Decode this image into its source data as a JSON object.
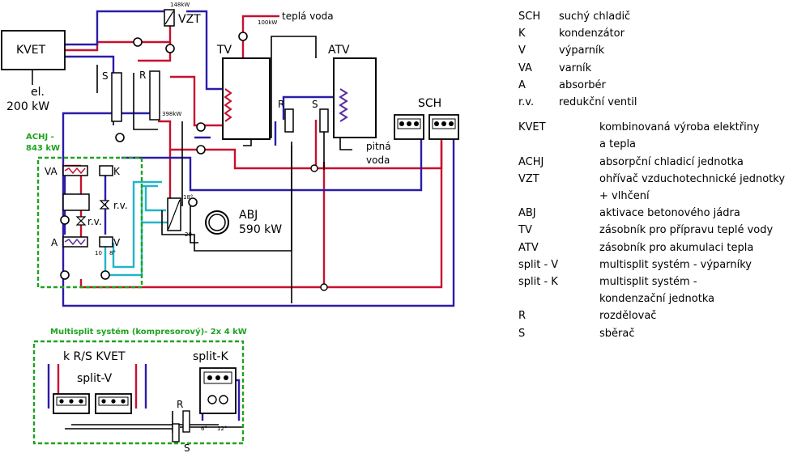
{
  "diagram": {
    "kvet": "KVET",
    "el_label": "el.",
    "el_power": "200 kW",
    "vzt": "VZT",
    "vzt_power": "148kW",
    "tepla_voda": "teplá voda",
    "tepla_voda_power": "100kW",
    "tv": "TV",
    "atv": "ATV",
    "sch": "SCH",
    "s_top": "S",
    "r_top": "R",
    "r_mid": "R",
    "s_mid": "S",
    "r_power": "398kW",
    "pitna_voda": "pitná voda",
    "achj_line1": "ACHJ -",
    "achj_line2": "843 kW",
    "va": "VA",
    "k": "K",
    "a": "A",
    "v": "V",
    "rv_right": "r.v.",
    "rv_left": "r.v.",
    "temp_10": "10",
    "temp_8": "8°",
    "temp_18": "18°",
    "temp_20": "20",
    "abj": "ABJ",
    "abj_power": "590 kW",
    "multisplit_title": "Multisplit systém (kompresorový)- 2x 4 kW",
    "krs_kvet": "k R/S KVET",
    "split_v": "split-V",
    "split_k": "split-K",
    "r_bottom": "R",
    "s_bottom": "S",
    "temp_6": "6°",
    "temp_12": "12°"
  },
  "colors": {
    "hot": "#c8102e",
    "cold": "#2b1ca8",
    "chilled": "#22b5c8",
    "purple": "#5a2ca0",
    "black": "#000000",
    "green_frame": "#1fa31f"
  },
  "legend": {
    "group1": [
      {
        "abbr": "SCH",
        "desc": "suchý chladič"
      },
      {
        "abbr": "K",
        "desc": "kondenzátor"
      },
      {
        "abbr": "V",
        "desc": "výparník"
      },
      {
        "abbr": "VA",
        "desc": "varník"
      },
      {
        "abbr": "A",
        "desc": "absorbér"
      },
      {
        "abbr": "r.v.",
        "desc": "redukční ventil"
      }
    ],
    "group2": [
      {
        "abbr": "KVET",
        "desc": "kombinovaná výroba elektřiny"
      },
      {
        "abbr": "",
        "desc": "a tepla"
      },
      {
        "abbr": "ACHJ",
        "desc": "absorpční chladicí jednotka"
      },
      {
        "abbr": "VZT",
        "desc": "ohřívač vzduchotechnické jednotky"
      },
      {
        "abbr": "",
        "desc": "+ vlhčení"
      },
      {
        "abbr": "ABJ",
        "desc": "aktivace betonového jádra"
      },
      {
        "abbr": "TV",
        "desc": "zásobník pro přípravu teplé vody"
      },
      {
        "abbr": "ATV",
        "desc": "zásobník pro akumulaci tepla"
      },
      {
        "abbr": "split - V",
        "desc": "multisplit systém - výparníky"
      },
      {
        "abbr": "split - K",
        "desc": "multisplit systém -"
      },
      {
        "abbr": "",
        "desc": "kondenzační jednotka"
      },
      {
        "abbr": "R",
        "desc": "rozdělovač"
      },
      {
        "abbr": "S",
        "desc": "sběrač"
      }
    ]
  }
}
